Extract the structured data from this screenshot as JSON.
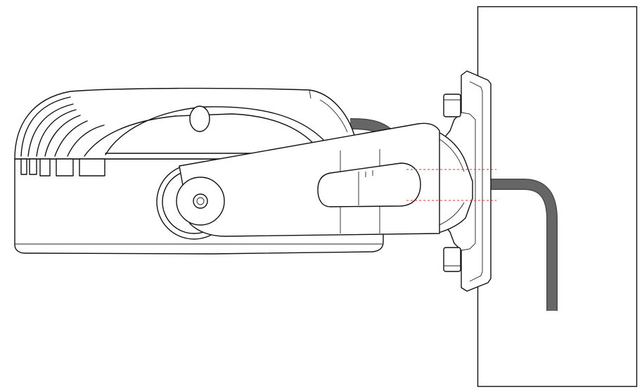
{
  "diagram": {
    "subject": "wall-mount-bracket-side-view",
    "colors": {
      "outline": "#111111",
      "background": "#ffffff",
      "cable": "#666666",
      "cable_edge": "#4a4a4a",
      "alignment_guide": "#e0302a"
    },
    "parts": [
      "wall",
      "cable",
      "bracket-base-plate",
      "bracket-arm",
      "lamp-housing",
      "pivot-knob",
      "mounting-bolt-top",
      "mounting-bolt-bottom",
      "alignment-guide-lines"
    ]
  }
}
